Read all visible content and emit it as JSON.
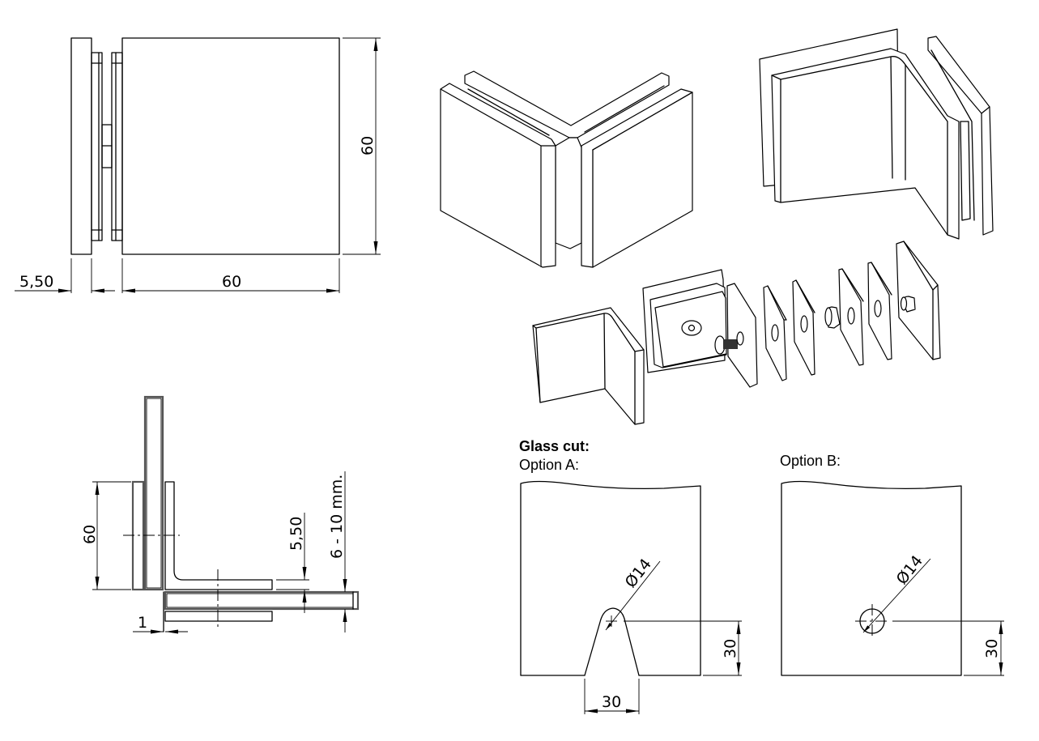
{
  "front_view": {
    "dim_thickness": "5,50",
    "dim_width": "60",
    "dim_height": "60"
  },
  "top_view": {
    "dim_plate_height": "60",
    "dim_gap": "5,50",
    "dim_glass_range": "6 - 10 mm.",
    "dim_offset": "1"
  },
  "isometric_views": {
    "assembled_front": "corner-clamp-assembled-front",
    "assembled_back": "corner-clamp-assembled-back",
    "exploded": "corner-clamp-exploded"
  },
  "glass_cut": {
    "title": "Glass cut:",
    "option_a": {
      "label": "Option A:",
      "hole_diameter": "Ø14",
      "height_from_edge": "30",
      "slot_width": "30"
    },
    "option_b": {
      "label": "Option B:",
      "hole_diameter": "Ø14",
      "height_from_edge": "30"
    }
  }
}
